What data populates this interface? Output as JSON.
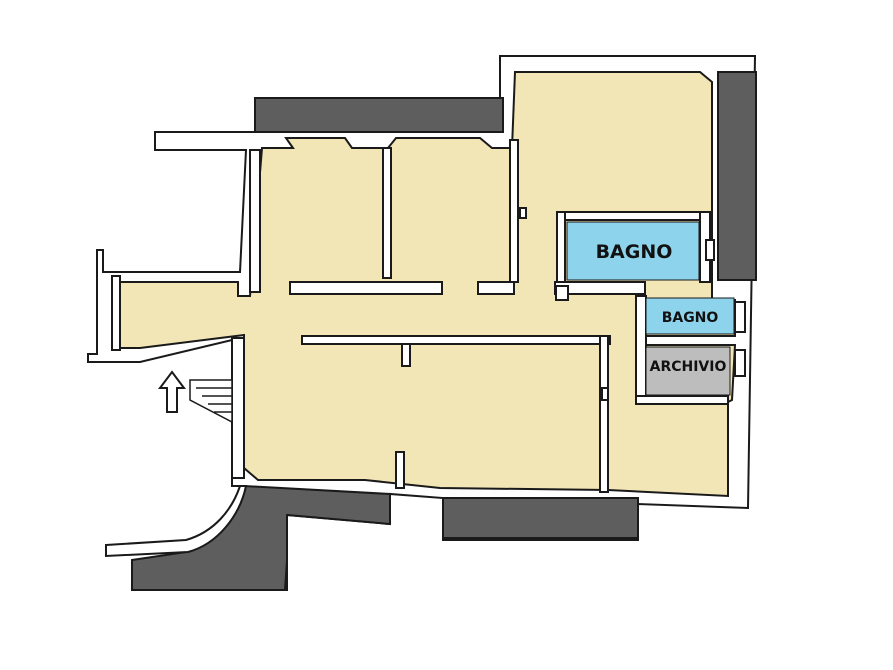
{
  "rooms": {
    "bagno_large": {
      "label": "BAGNO"
    },
    "bagno_small": {
      "label": "BAGNO"
    },
    "archivio": {
      "label": "ARCHIVIO"
    }
  },
  "colors": {
    "floor": "#F2E6B6",
    "wall_fill": "#FFFFFF",
    "wall_line": "#1A1A1A",
    "external_wall": "#5E5E5E",
    "bathroom": "#8ED3EC",
    "storage": "#BDBDBD"
  },
  "icons": {
    "entrance": "up-arrow-icon",
    "stairs": "stairs-icon"
  }
}
